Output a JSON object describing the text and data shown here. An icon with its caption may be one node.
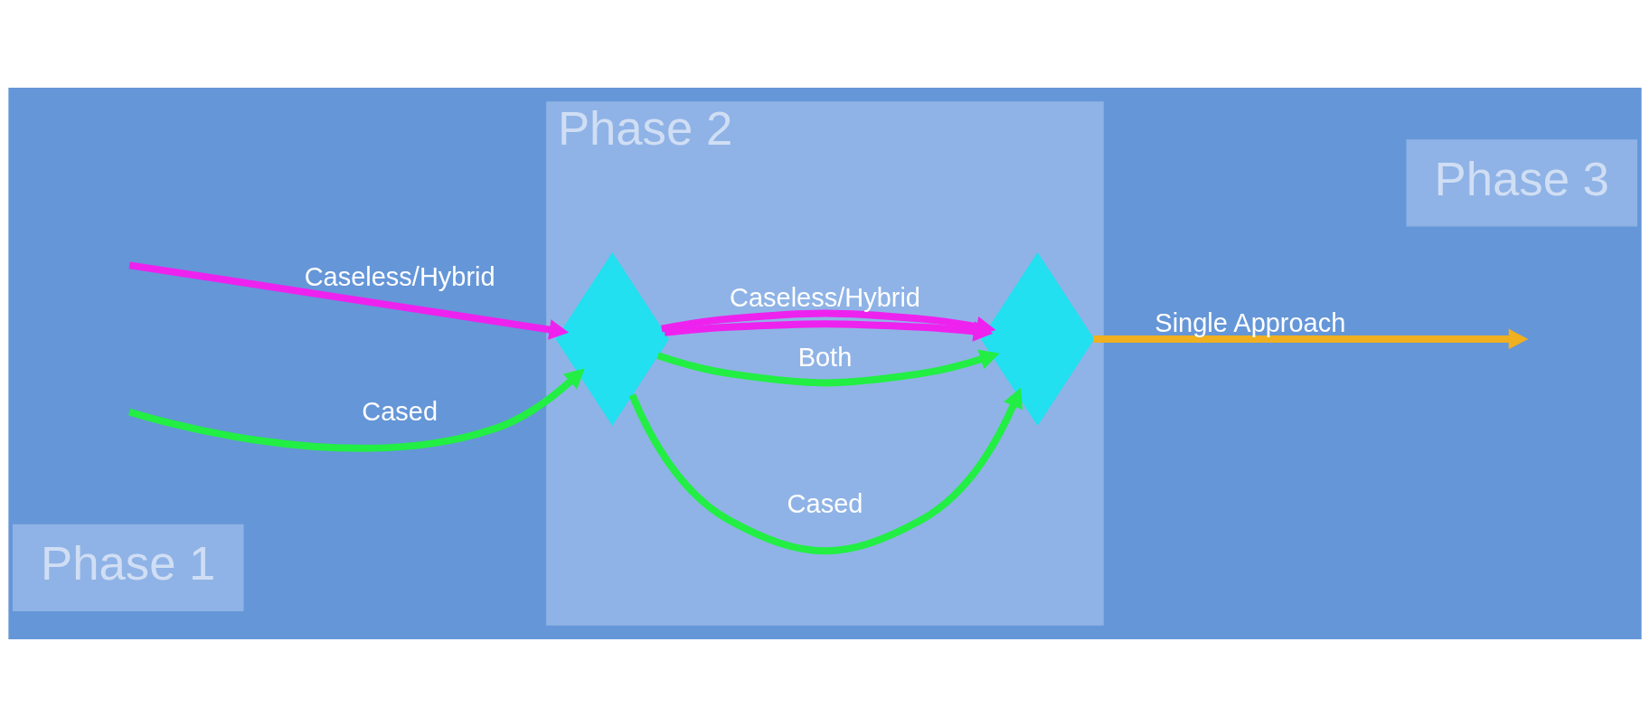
{
  "diagram": {
    "nodes": [
      {
        "text": [
          "Phase 1"
        ]
      },
      {
        "text": [
          "Phase 2"
        ]
      },
      {
        "text": [
          "Phase 3"
        ]
      },
      {
        "text": [],
        "shape": "diamond",
        "in": 1
      },
      {
        "text": [],
        "shape": "diamond",
        "in": 1
      }
    ],
    "edges": [
      {
        "from": null,
        "to": 3,
        "arrow": "to",
        "label": "Cased",
        "color": "#22ee44"
      },
      {
        "from": null,
        "to": 3,
        "arrow": "to",
        "label": "Caseless/Hybrid",
        "color": "#ee22ee"
      },
      {
        "from": 3,
        "to": 4,
        "arrow": "to",
        "label": "Cased",
        "color": "#22ee44"
      },
      {
        "from": 3,
        "to": 4,
        "arrow": "to",
        "label": "Both",
        "color": "#22ee44"
      },
      {
        "from": 3,
        "to": 4,
        "arrow": "to",
        "color": "#ee22ee"
      },
      {
        "from": 3,
        "to": 4,
        "arrow": "to",
        "label": "Caseless/Hybrid",
        "color": "#ee22ee"
      },
      {
        "from": 4,
        "to": null,
        "arrow": "to",
        "label": "Single Approach",
        "color": "#f0b020"
      }
    ]
  }
}
